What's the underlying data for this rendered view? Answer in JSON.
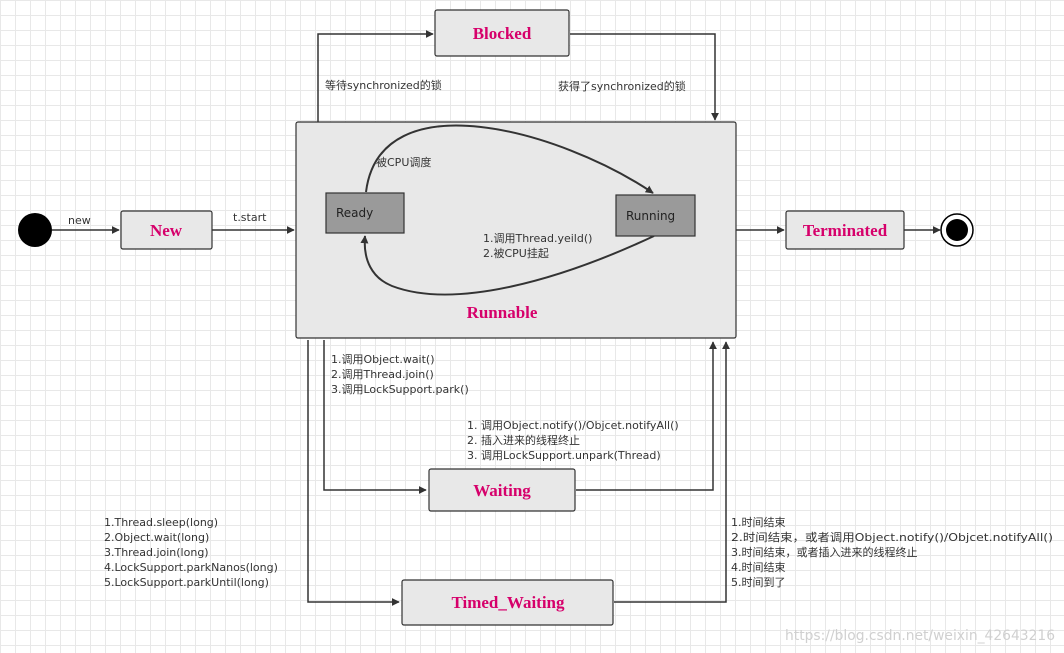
{
  "states": {
    "new": "New",
    "blocked": "Blocked",
    "runnable": "Runnable",
    "terminated": "Terminated",
    "waiting": "Waiting",
    "timed_waiting": "Timed_Waiting",
    "ready": "Ready",
    "running": "Running"
  },
  "edges": {
    "initial_new": "new",
    "new_runnable": "t.start",
    "to_blocked": "等待synchronized的锁",
    "from_blocked": "获得了synchronized的锁",
    "ready_to_running": "被CPU调度",
    "running_to_ready": [
      "1.调用Thread.yeild()",
      "2.被CPU挂起"
    ],
    "to_waiting": [
      "1.调用Object.wait()",
      "2.调用Thread.join()",
      "3.调用LockSupport.park()"
    ],
    "from_waiting": [
      "1. 调用Object.notify()/Objcet.notifyAll()",
      "2. 插入进来的线程终止",
      "3. 调用LockSupport.unpark(Thread)"
    ],
    "to_timed_waiting": [
      "1.Thread.sleep(long)",
      "2.Object.wait(long)",
      "3.Thread.join(long)",
      "4.LockSupport.parkNanos(long)",
      "5.LockSupport.parkUntil(long)"
    ],
    "from_timed_waiting": [
      "1.时间结束",
      "2.时间结束，或者调用Object.notify()/Objcet.notifyAll()",
      "3.时间结束，或者插入进来的线程终止",
      "4.时间结束",
      "5.时间到了"
    ]
  },
  "watermark": "https://blog.csdn.net/weixin_42643216",
  "colors": {
    "state_title": "#d6006b",
    "box_fill": "#e8e8e8",
    "inner_box_fill": "#9a9a9a",
    "line": "#333333"
  }
}
